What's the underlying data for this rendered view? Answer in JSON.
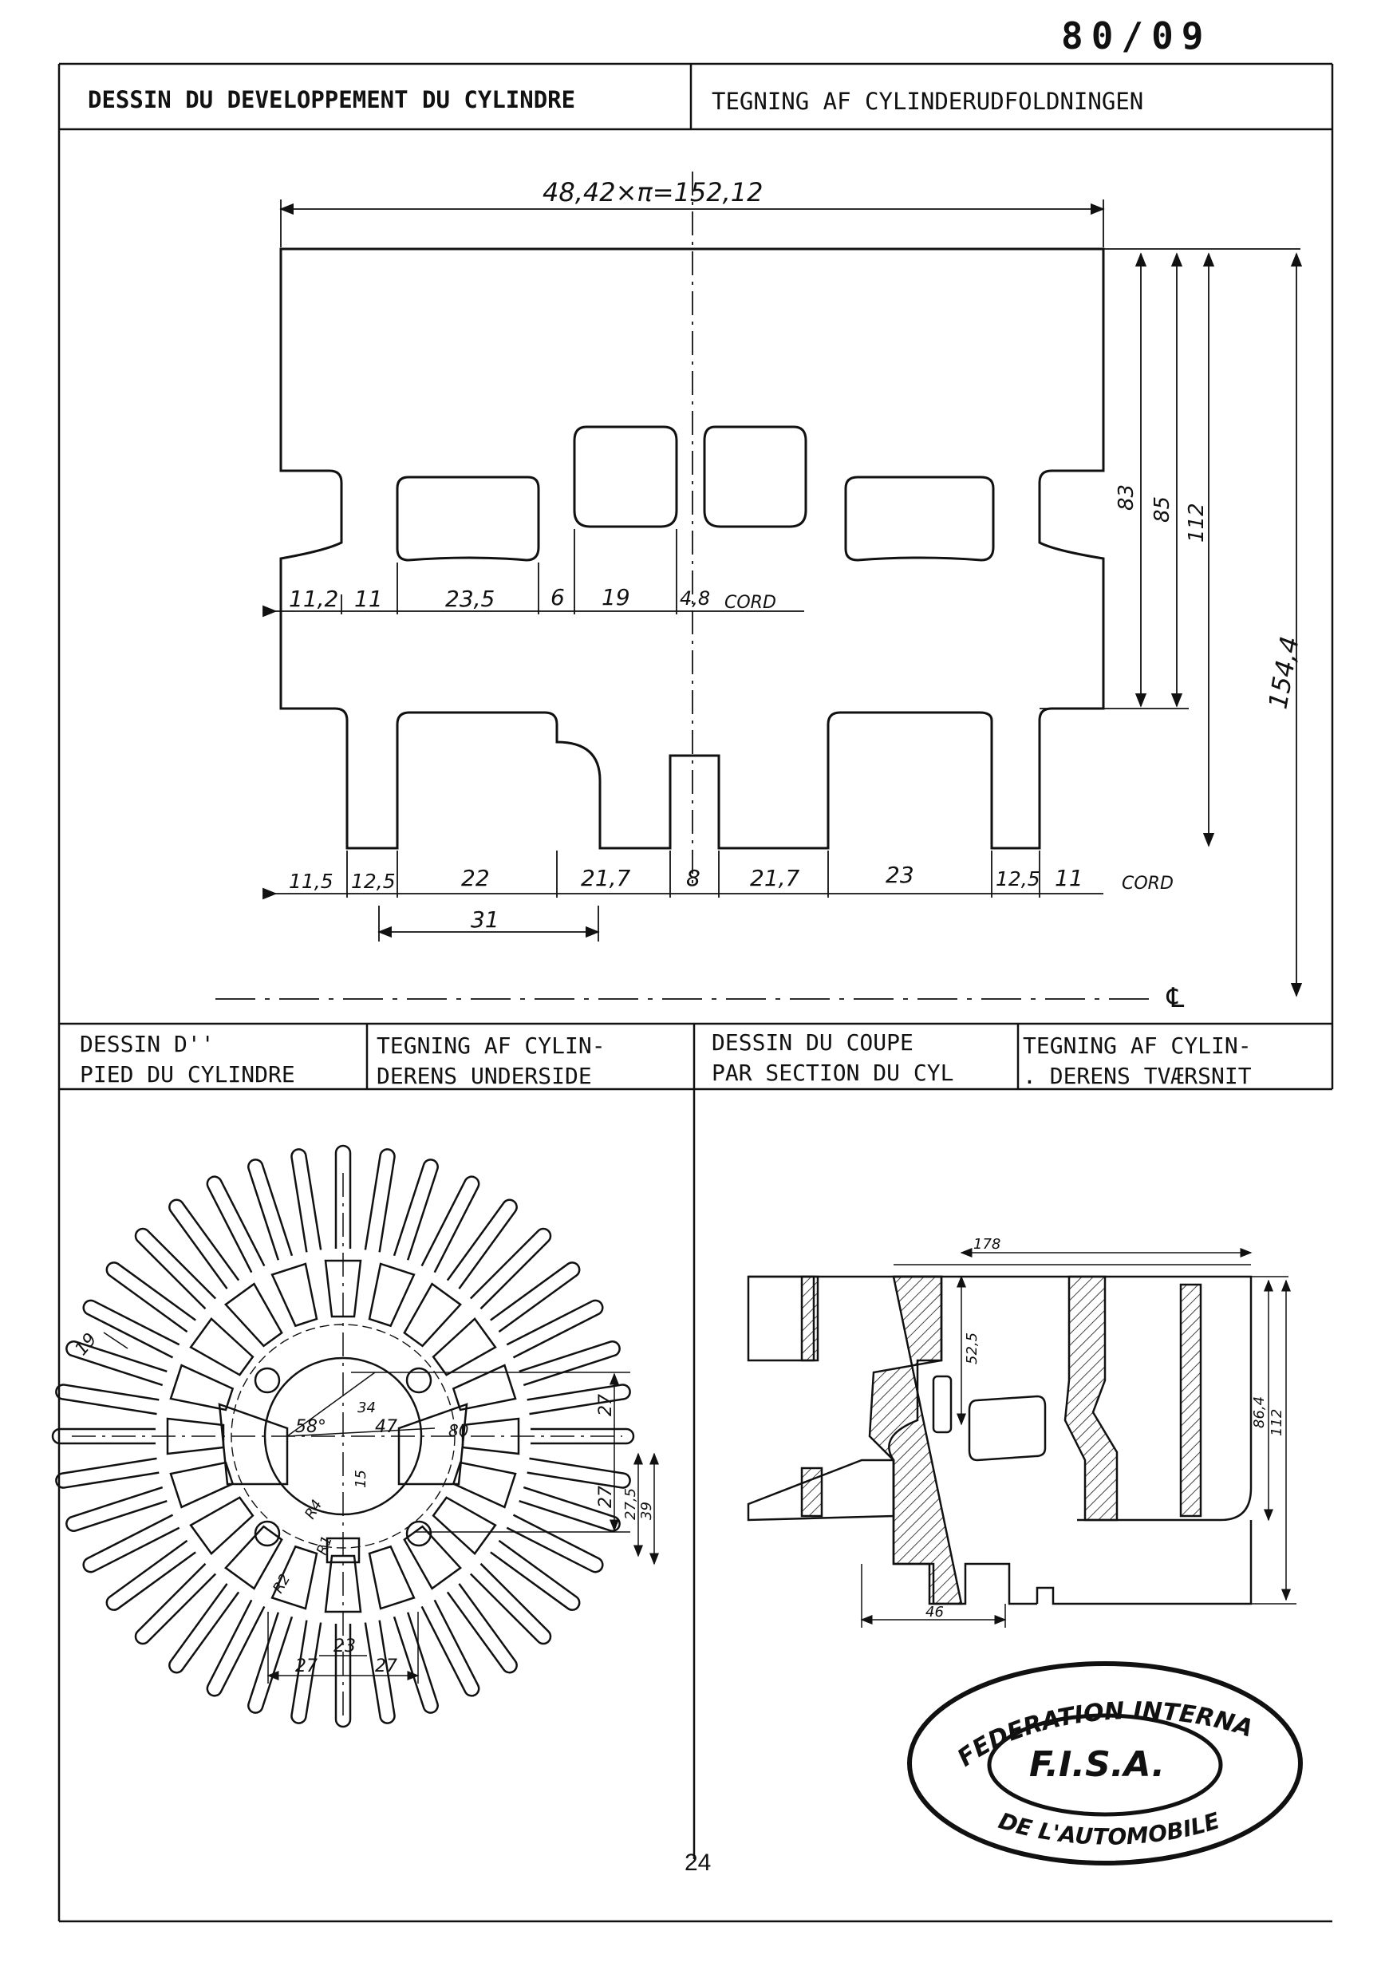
{
  "sheet_number": "80/09",
  "page_number": "24",
  "top_section": {
    "title_fr": "DESSIN DU DEVELOPPEMENT DU CYLINDRE",
    "title_da": "TEGNING AF CYLINDERUDFOLDNINGEN"
  },
  "bottom_left": {
    "title_fr_line1": "DESSIN D''",
    "title_fr_line2": "PIED DU CYLINDRE",
    "title_da_line1": "TEGNING AF CYLIN-",
    "title_da_line2": "DERENS UNDERSIDE"
  },
  "bottom_right": {
    "title_fr_line1": "DESSIN DU COUPE",
    "title_fr_line2": "PAR SECTION DU CYL",
    "title_da_line1": "TEGNING AF CYLIN-",
    "title_da_line2": ". DERENS TVÆRSNIT"
  },
  "development_drawing": {
    "overall_width_label": "48,42×π=152,12",
    "upper_dimensions": [
      "11,2",
      "11",
      "23,5",
      "6",
      "19",
      "4,8"
    ],
    "upper_cord_label": "CORD",
    "lower_dimensions": [
      "11,5",
      "12,5",
      "22",
      "21,7",
      "8",
      "21,7",
      "23",
      "12,5",
      "11"
    ],
    "lower_cord_label": "CORD",
    "span_dimension": "31",
    "height_dimensions": [
      "83",
      "85",
      "112",
      "154,4"
    ],
    "centerline_symbol": "℄"
  },
  "underside_drawing": {
    "labels": [
      "19",
      "58°",
      "34",
      "47",
      "80",
      "15",
      "R4",
      "R1",
      "R2",
      "27",
      "27",
      "27,5",
      "39",
      "23",
      "27",
      "27"
    ]
  },
  "section_drawing": {
    "labels": [
      "178",
      "52,5",
      "86,4",
      "112",
      "46"
    ]
  },
  "stamp": {
    "top_text": "FEDERATION INTERNATIONALE",
    "center_text": "F.I.S.A.",
    "bottom_text": "DE L'AUTOMOBILE"
  }
}
